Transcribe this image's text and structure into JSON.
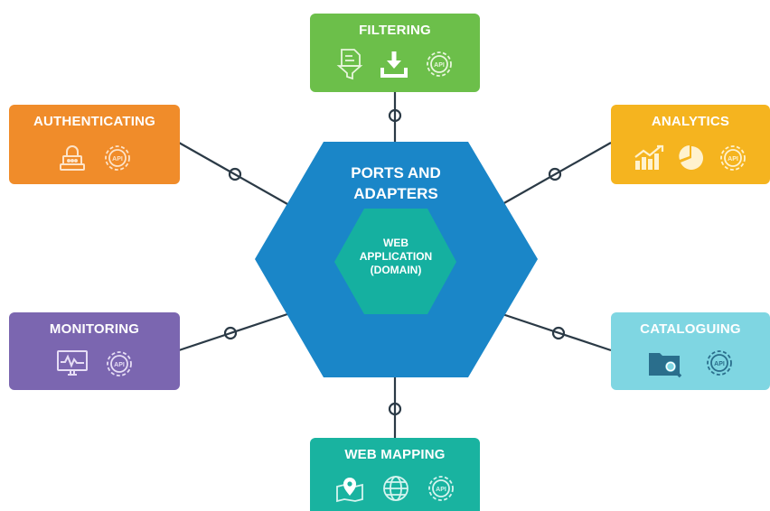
{
  "colors": {
    "hexagon_outer": "#1a86c8",
    "hexagon_inner": "#15b0a0",
    "connector": "#2b3a46",
    "filtering": "#6cbf4a",
    "authenticating": "#f08c2a",
    "analytics": "#f5b41f",
    "monitoring": "#7b66b0",
    "cataloguing": "#7fd6e2",
    "web_mapping": "#19b3a0"
  },
  "center": {
    "outer_title_line1": "PORTS AND",
    "outer_title_line2": "ADAPTERS",
    "inner_line1": "WEB",
    "inner_line2": "APPLICATION",
    "inner_line3": "(DOMAIN)"
  },
  "adapters": {
    "filtering": {
      "title": "FILTERING",
      "icons": [
        "filter-icon",
        "download-icon",
        "api-gear-icon"
      ],
      "api_label": "API"
    },
    "authenticating": {
      "title": "AUTHENTICATING",
      "icons": [
        "lock-icon",
        "api-gear-icon"
      ],
      "api_label": "API"
    },
    "analytics": {
      "title": "ANALYTICS",
      "icons": [
        "growth-chart-icon",
        "pie-chart-icon",
        "api-gear-icon"
      ],
      "api_label": "API"
    },
    "monitoring": {
      "title": "MONITORING",
      "icons": [
        "monitor-icon",
        "api-gear-icon"
      ],
      "api_label": "API"
    },
    "cataloguing": {
      "title": "CATALOGUING",
      "icons": [
        "folder-search-icon",
        "api-gear-icon"
      ],
      "api_label": "API"
    },
    "web_mapping": {
      "title": "WEB MAPPING",
      "icons": [
        "map-pin-icon",
        "globe-icon",
        "api-gear-icon"
      ],
      "api_label": "API"
    }
  }
}
